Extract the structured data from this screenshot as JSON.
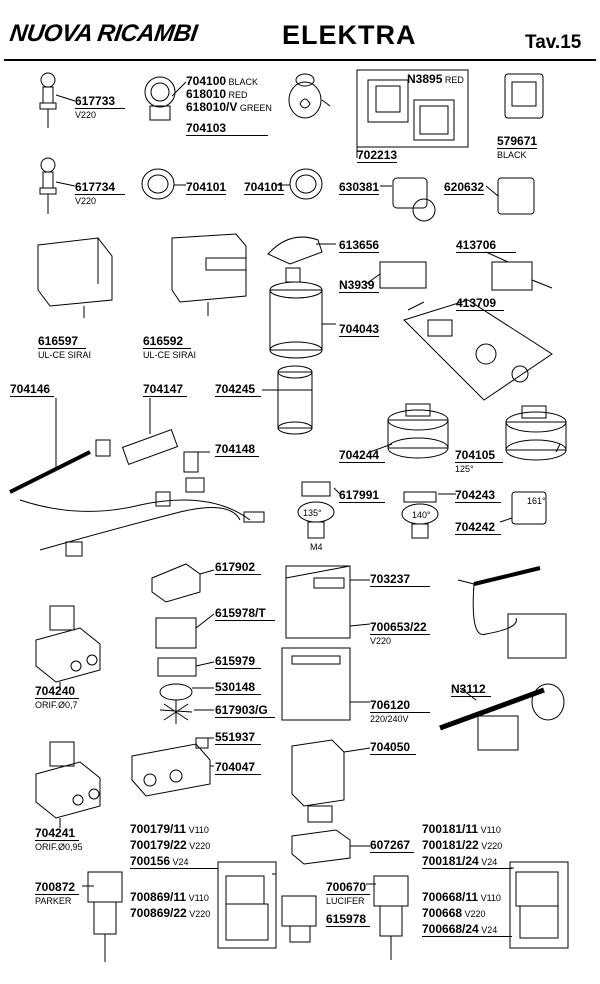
{
  "header": {
    "brand": "NUOVA RICAMBI",
    "title": "ELEKTRA",
    "page": "Tav.15"
  },
  "parts": [
    {
      "id": "617733",
      "code": "617733",
      "note": "V220"
    },
    {
      "id": "704100",
      "code": "704100",
      "suffix": "BLACK"
    },
    {
      "id": "618010",
      "code": "618010",
      "suffix": "RED"
    },
    {
      "id": "618010v",
      "code": "618010/V",
      "suffix": "GREEN"
    },
    {
      "id": "704103",
      "code": "704103"
    },
    {
      "id": "n3895",
      "code": "N3895",
      "suffix": "RED"
    },
    {
      "id": "702213",
      "code": "702213"
    },
    {
      "id": "579671",
      "code": "579671",
      "note": "BLACK"
    },
    {
      "id": "617734",
      "code": "617734",
      "note": "V220"
    },
    {
      "id": "704101a",
      "code": "704101"
    },
    {
      "id": "704101b",
      "code": "704101"
    },
    {
      "id": "630381",
      "code": "630381"
    },
    {
      "id": "620632",
      "code": "620632"
    },
    {
      "id": "613656",
      "code": "613656"
    },
    {
      "id": "413706",
      "code": "413706"
    },
    {
      "id": "n3939",
      "code": "N3939"
    },
    {
      "id": "413709",
      "code": "413709"
    },
    {
      "id": "616597",
      "code": "616597",
      "note": "UL-CE SIRAI"
    },
    {
      "id": "616592",
      "code": "616592",
      "note": "UL-CE SIRAI"
    },
    {
      "id": "704043",
      "code": "704043"
    },
    {
      "id": "704146",
      "code": "704146"
    },
    {
      "id": "704147",
      "code": "704147"
    },
    {
      "id": "704245",
      "code": "704245"
    },
    {
      "id": "704148",
      "code": "704148"
    },
    {
      "id": "704244",
      "code": "704244"
    },
    {
      "id": "704105",
      "code": "704105",
      "note": "125°"
    },
    {
      "id": "617991",
      "code": "617991"
    },
    {
      "id": "704243",
      "code": "704243"
    },
    {
      "id": "704242",
      "code": "704242"
    },
    {
      "id": "617902",
      "code": "617902"
    },
    {
      "id": "703237",
      "code": "703237"
    },
    {
      "id": "615978t",
      "code": "615978/T"
    },
    {
      "id": "700653",
      "code": "700653/22",
      "note": "V220"
    },
    {
      "id": "615979",
      "code": "615979"
    },
    {
      "id": "704240",
      "code": "704240",
      "note": "ORIF.Ø0,7"
    },
    {
      "id": "530148",
      "code": "530148"
    },
    {
      "id": "706120",
      "code": "706120",
      "note": "220/240V"
    },
    {
      "id": "n3112",
      "code": "N3112"
    },
    {
      "id": "617903",
      "code": "617903/G"
    },
    {
      "id": "551937",
      "code": "551937"
    },
    {
      "id": "704050",
      "code": "704050"
    },
    {
      "id": "704047",
      "code": "704047"
    },
    {
      "id": "704241",
      "code": "704241",
      "note": "ORIF.Ø0,95"
    },
    {
      "id": "700179_11",
      "code": "700179/11",
      "suffix": "V110"
    },
    {
      "id": "700179_22",
      "code": "700179/22",
      "suffix": "V220"
    },
    {
      "id": "700156",
      "code": "700156",
      "suffix": "V24"
    },
    {
      "id": "607267",
      "code": "607267"
    },
    {
      "id": "700181_11",
      "code": "700181/11",
      "suffix": "V110"
    },
    {
      "id": "700181_22",
      "code": "700181/22",
      "suffix": "V220"
    },
    {
      "id": "700181_24",
      "code": "700181/24",
      "suffix": "V24"
    },
    {
      "id": "700872",
      "code": "700872",
      "note": "PARKER"
    },
    {
      "id": "700869_11",
      "code": "700869/11",
      "suffix": "V110"
    },
    {
      "id": "700869_22",
      "code": "700869/22",
      "suffix": "V220"
    },
    {
      "id": "700670",
      "code": "700670",
      "note": "LUCIFER"
    },
    {
      "id": "615978",
      "code": "615978"
    },
    {
      "id": "700668_11",
      "code": "700668/11",
      "suffix": "V110"
    },
    {
      "id": "700668",
      "code": "700668",
      "suffix": "V220"
    },
    {
      "id": "700668_24",
      "code": "700668/24",
      "suffix": "V24"
    }
  ],
  "dial_labels": {
    "d135": "135°",
    "d140": "140°",
    "d161": "161°",
    "m4": "M4"
  }
}
